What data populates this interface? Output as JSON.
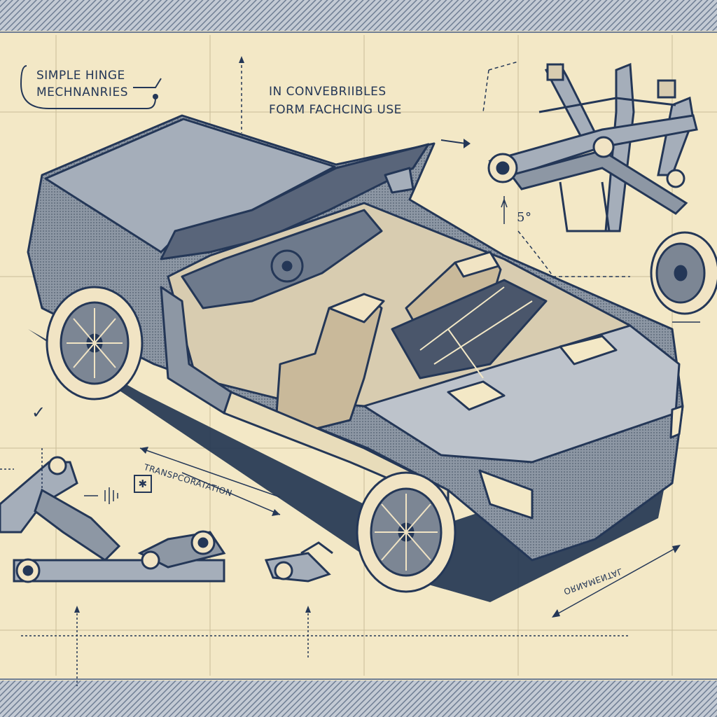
{
  "diagram": {
    "labels": {
      "title_line1": "SIMPLE HINGE",
      "title_line2": "MECHNANRIES",
      "subtitle_line1": "IN CONVEBRIIBLES",
      "subtitle_line2": "FORM FACHCING USE",
      "transport": "TRANSPCORATATION",
      "ornamental": "ORNAMENTAL",
      "dimension": "5°",
      "star_marker": "✱",
      "check_marker": "✓"
    },
    "colors": {
      "paper": "#f3e8c6",
      "ink": "#243757",
      "body_fill": "#7c8694",
      "seat_fill": "#c9b99a",
      "border_stripe": "#8a96a8"
    }
  }
}
